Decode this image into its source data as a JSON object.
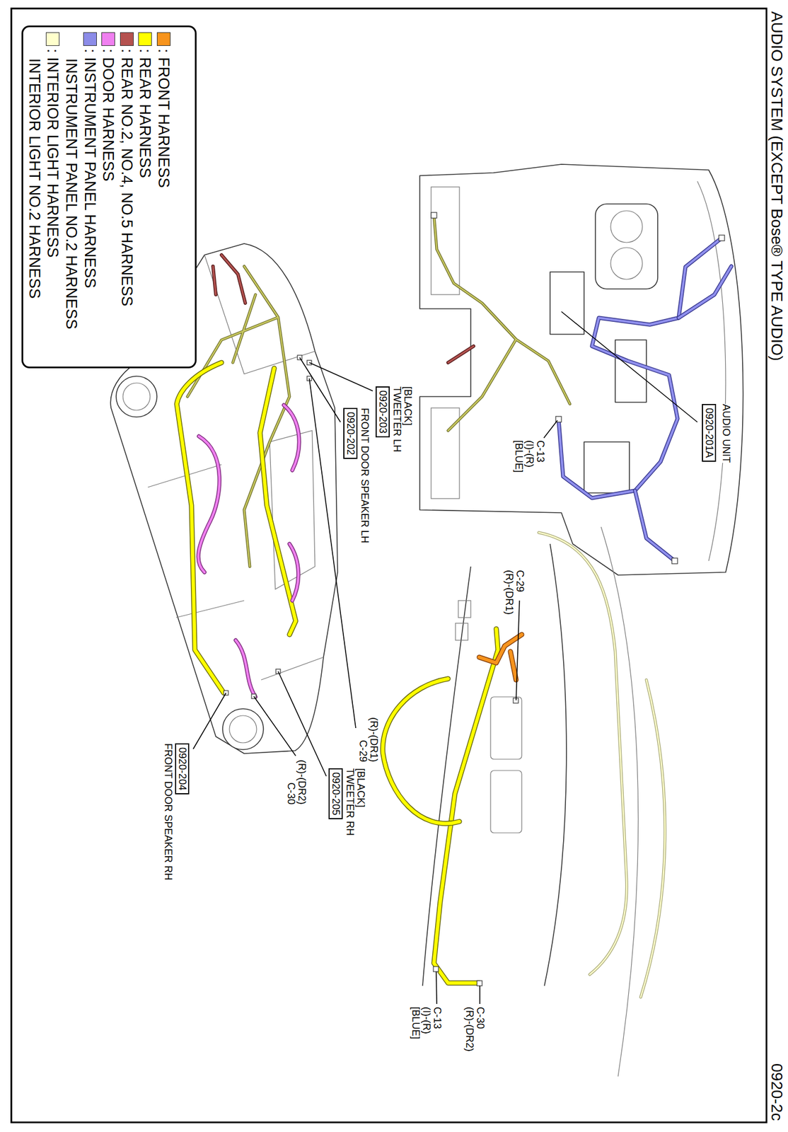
{
  "diagram": {
    "title": "AUDIO SYSTEM (EXCEPT Bose® TYPE AUDIO)",
    "nodes": [
      {
        "text": [
          "AUDIO UNIT",
          "0920-201A"
        ]
      },
      {
        "text": [
          "FRONT DOOR SPEAKER LH",
          "0920-202"
        ]
      },
      {
        "text": [
          "[BLACK]",
          "TWEETER LH",
          "0920-203"
        ]
      },
      {
        "text": [
          "[BLACK]",
          "TWEETER RH",
          "0920-205"
        ]
      },
      {
        "text": [
          "0920-204",
          "FRONT DOOR SPEAKER RH"
        ]
      }
    ],
    "labels": [
      "0920-2c",
      "C-13",
      "(I)-(R)",
      "[BLUE]",
      "(R)-(DR1)",
      "C-29",
      "(R)-(DR2)",
      "C-30",
      "C-29",
      "(R)-(DR1)",
      "C-30",
      "(R)-(DR2)",
      "C-13",
      "(I)-(R)",
      "[BLUE]"
    ],
    "legend": [
      {
        "text": ": FRONT HARNESS",
        "color": "#f7941d"
      },
      {
        "text": ": REAR HARNESS",
        "color": "#ffff00"
      },
      {
        "text": ": REAR NO.2, NO.4, NO.5 HARNESS",
        "color": "#b5524f"
      },
      {
        "text": ": DOOR HARNESS",
        "color": "#f080f0"
      },
      {
        "text": ": INSTRUMENT PANEL HARNESS",
        "color": "#8c8ce8"
      },
      {
        "text": "INSTRUMENT PANEL NO.2 HARNESS"
      },
      {
        "text": ": INTERIOR LIGHT HARNESS",
        "color": "#ffffcc"
      },
      {
        "text": "INTERIOR LIGHT NO.2 HARNESS"
      }
    ]
  }
}
